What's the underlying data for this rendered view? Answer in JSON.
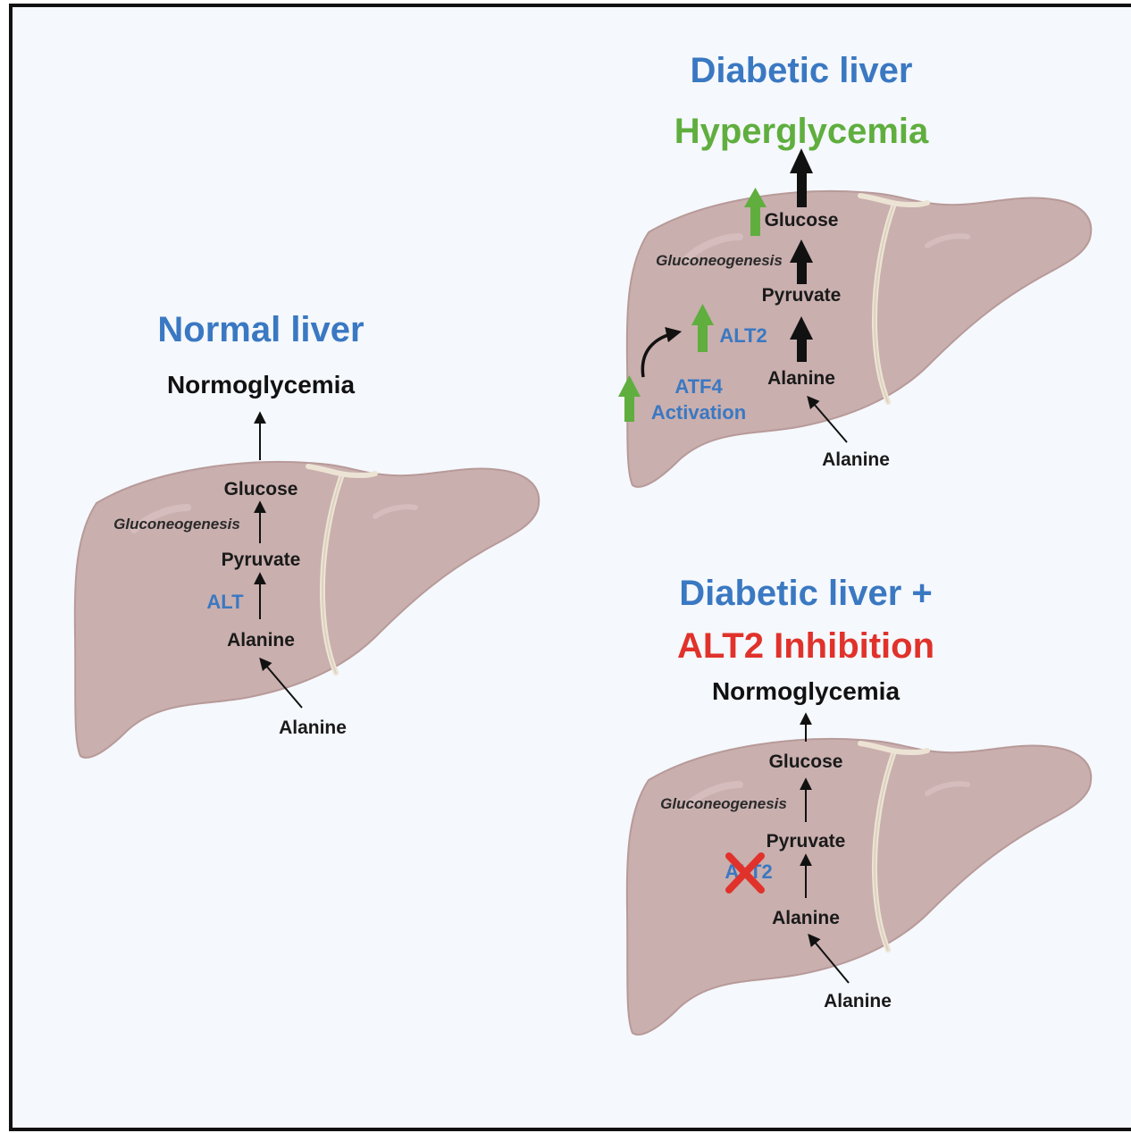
{
  "colors": {
    "background": "#f5f8fc",
    "frame": "#111111",
    "liver_fill": "#c9afae",
    "liver_edge": "#b79a99",
    "ligament": "#ece3d4",
    "title_blue": "#3a78c2",
    "hyper_green": "#5fae3e",
    "inhibit_red": "#e0322b",
    "arrow_black": "#111111"
  },
  "normal": {
    "title": "Normal liver",
    "outcome": "Normoglycemia",
    "glucose": "Glucose",
    "process": "Gluconeogenesis",
    "pyruvate": "Pyruvate",
    "enzyme": "ALT",
    "alanine": "Alanine",
    "alanine_in": "Alanine"
  },
  "diabetic": {
    "title": "Diabetic liver",
    "outcome": "Hyperglycemia",
    "glucose": "Glucose",
    "process": "Gluconeogenesis",
    "pyruvate": "Pyruvate",
    "enzyme": "ALT2",
    "alanine": "Alanine",
    "alanine_in": "Alanine",
    "activator_line1": "ATF4",
    "activator_line2": "Activation"
  },
  "inhibited": {
    "title_line1": "Diabetic liver +",
    "title_line2": "ALT2 Inhibition",
    "outcome": "Normoglycemia",
    "glucose": "Glucose",
    "process": "Gluconeogenesis",
    "pyruvate": "Pyruvate",
    "enzyme": "ALT2",
    "alanine": "Alanine",
    "alanine_in": "Alanine"
  }
}
